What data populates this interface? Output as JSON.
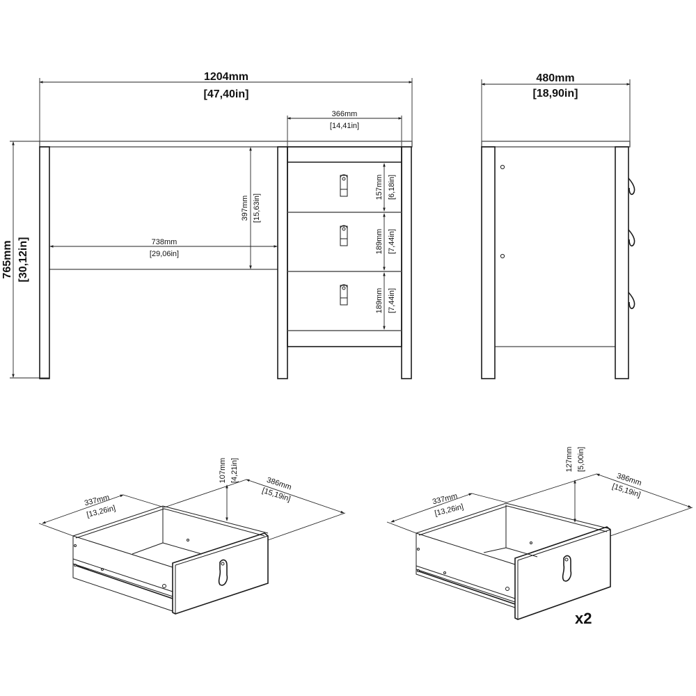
{
  "diagram": {
    "front_view": {
      "width": {
        "mm": "1204mm",
        "in": "47,40in"
      },
      "height": {
        "mm": "765mm",
        "in": "30,12in"
      },
      "drawer_unit_width": {
        "mm": "366mm",
        "in": "14,41in"
      },
      "knee_space_width": {
        "mm": "738mm",
        "in": "29,06in"
      },
      "knee_space_height": {
        "mm": "397mm",
        "in": "15,63in"
      },
      "drawer_heights": [
        {
          "mm": "157mm",
          "in": "6,18in"
        },
        {
          "mm": "189mm",
          "in": "7,44in"
        },
        {
          "mm": "189mm",
          "in": "7,44in"
        }
      ]
    },
    "side_view": {
      "depth": {
        "mm": "480mm",
        "in": "18,90in"
      }
    },
    "drawer_small": {
      "width": {
        "mm": "337mm",
        "in": "13,26in"
      },
      "depth": {
        "mm": "386mm",
        "in": "15,19in"
      },
      "height": {
        "mm": "107mm",
        "in": "4,21in"
      }
    },
    "drawer_large": {
      "width": {
        "mm": "337mm",
        "in": "13,26in"
      },
      "depth": {
        "mm": "386mm",
        "in": "15,19in"
      },
      "height": {
        "mm": "127mm",
        "in": "5,00in"
      },
      "quantity": "x2"
    }
  }
}
